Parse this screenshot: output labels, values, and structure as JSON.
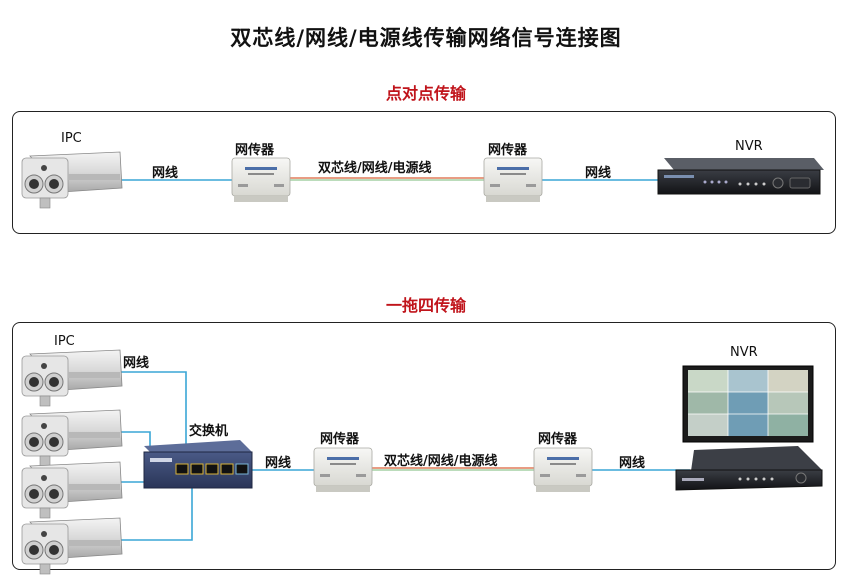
{
  "title": "双芯线/网线/电源线传输网络信号连接图",
  "section1": {
    "title": "点对点传输",
    "ipc_label": "IPC",
    "cable_label": "网线",
    "transmitter_label": "网传器",
    "link_label": "双芯线/网线/电源线",
    "receiver_label": "网传器",
    "cable2_label": "网线",
    "nvr_label": "NVR"
  },
  "section2": {
    "title": "一拖四传输",
    "ipc_label": "IPC",
    "cable_top_label": "网线",
    "switch_label": "交换机",
    "cable_label": "网线",
    "transmitter_label": "网传器",
    "link_label": "双芯线/网线/电源线",
    "receiver_label": "网传器",
    "cable2_label": "网线",
    "nvr_label": "NVR"
  },
  "colors": {
    "network_cable": "#3aa6d6",
    "power_link": "#e07b5a",
    "section_title": "#c0141b",
    "panel_border": "#222222"
  }
}
